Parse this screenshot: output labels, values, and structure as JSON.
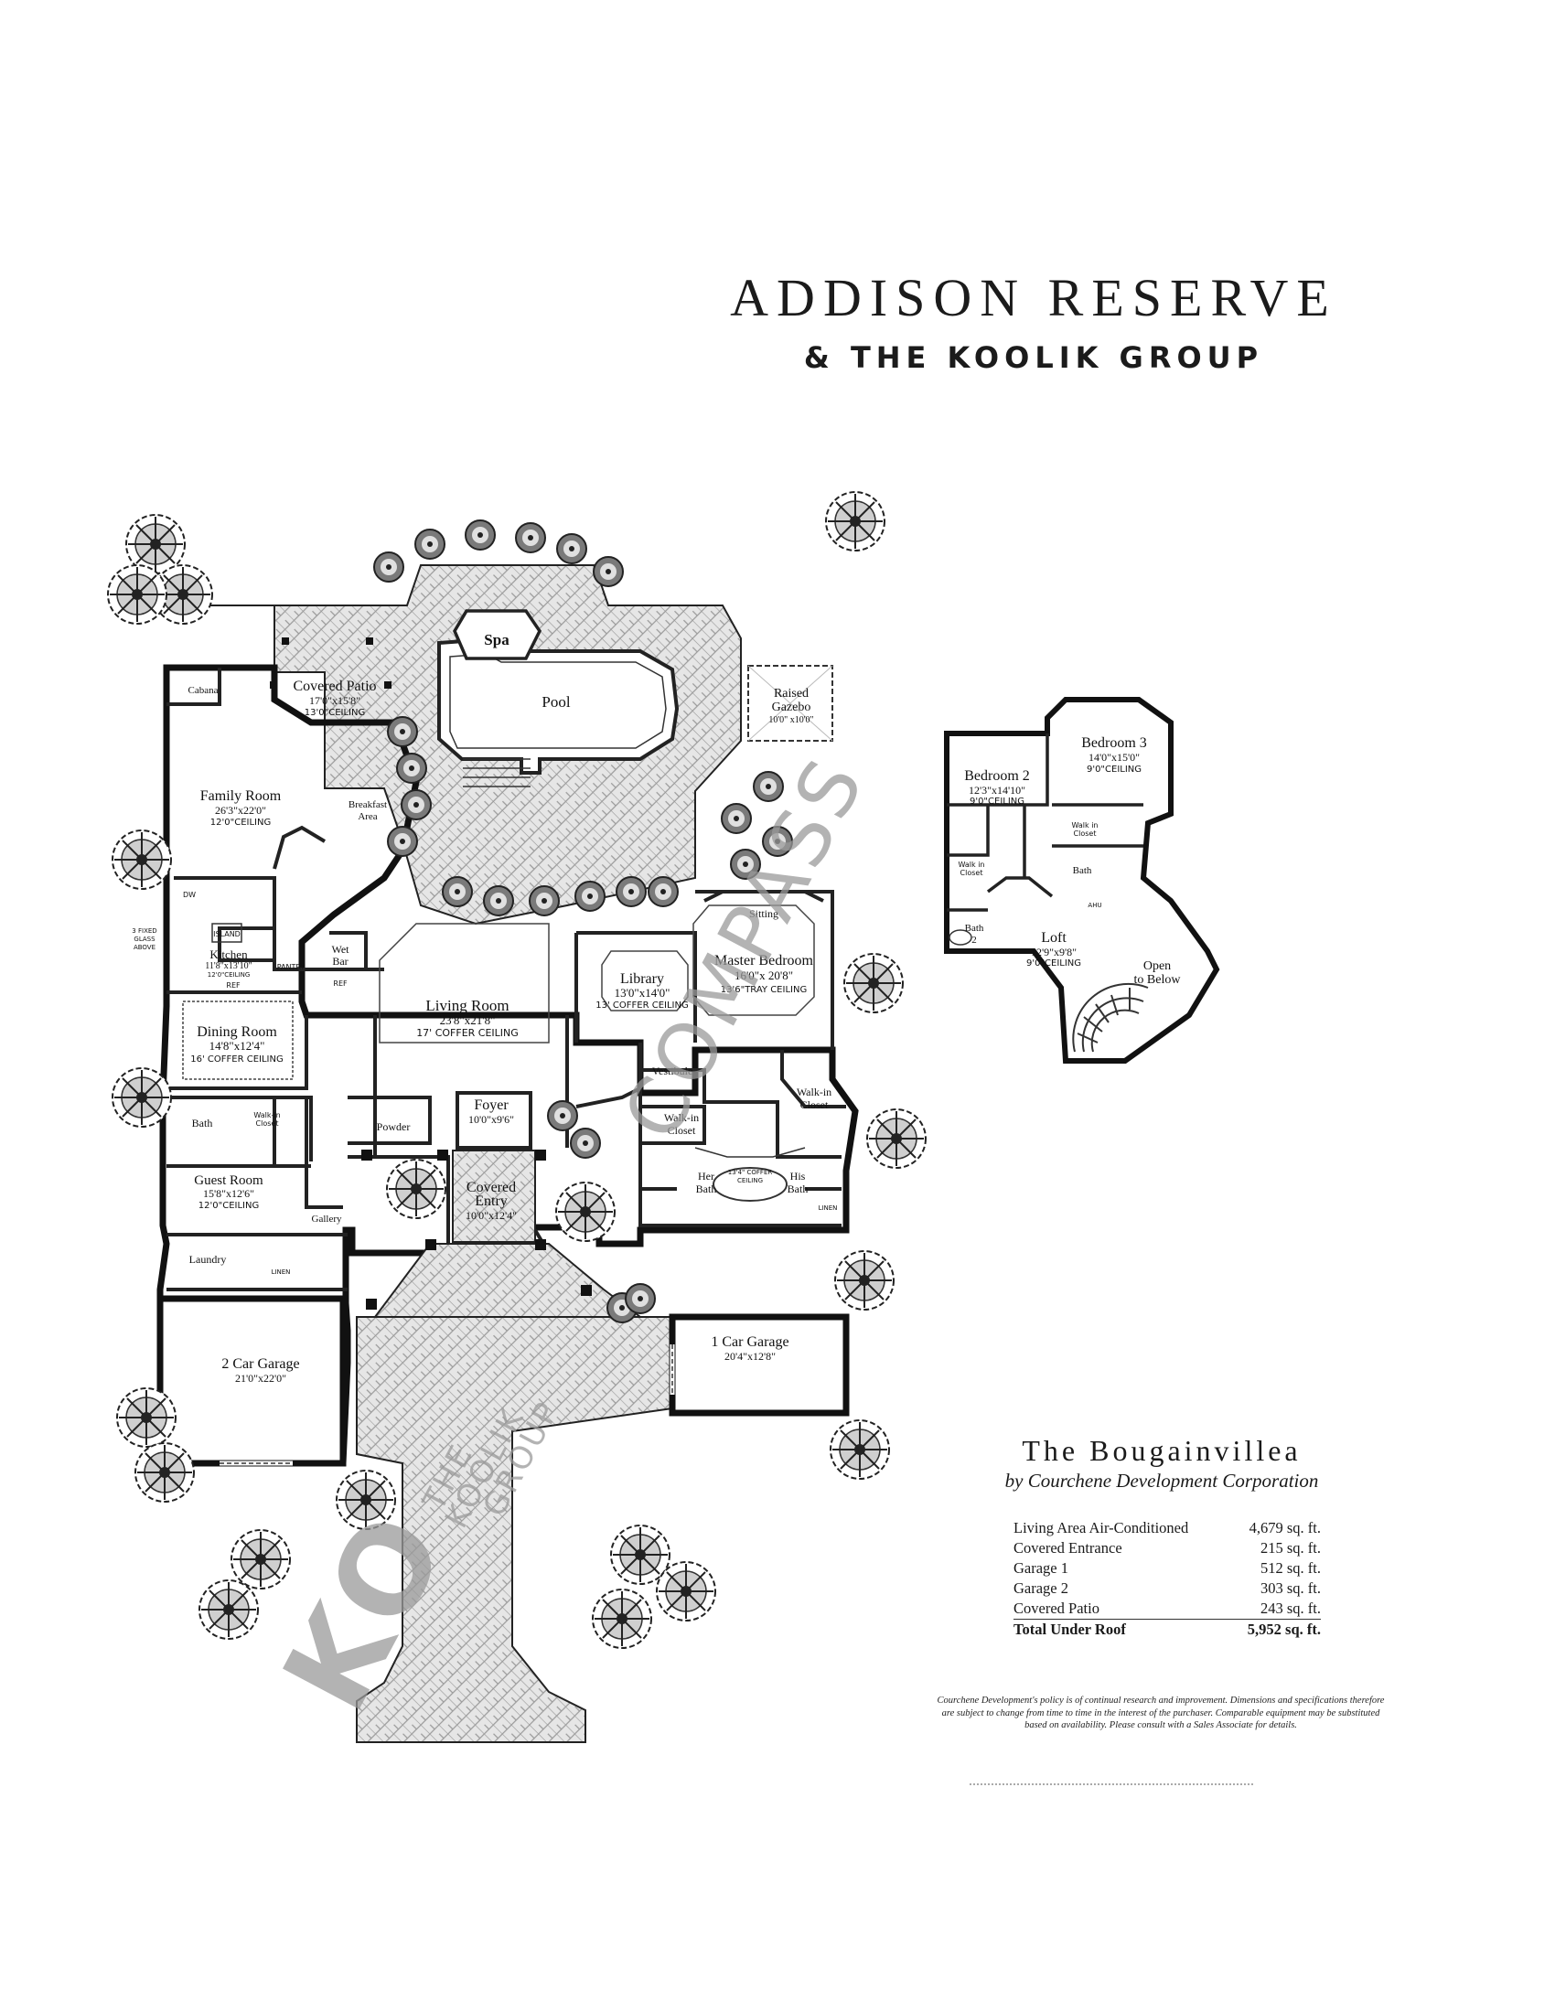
{
  "header": {
    "title": "ADDISON RESERVE",
    "subtitle": "& THE KOOLIK GROUP"
  },
  "rooms": {
    "spa": "Spa",
    "pool": "Pool",
    "cabana": "Cabana",
    "covered_patio": {
      "name": "Covered Patio",
      "dim": "17'0\"x15'8\"",
      "note": "13'0\"CEILING"
    },
    "gazebo": {
      "name1": "Raised",
      "name2": "Gazebo",
      "dim": "10'0\" x10'0\""
    },
    "family_room": {
      "name": "Family Room",
      "dim": "26'3\"x22'0\"",
      "note": "12'0\"CEILING"
    },
    "breakfast": {
      "name1": "Breakfast",
      "name2": "Area"
    },
    "glass_note": [
      "3 FIXED",
      "GLASS",
      "ABOVE"
    ],
    "kitchen": {
      "name": "Kitchen",
      "dim": "11'8\"x13'10\"",
      "note": "12'0\"CEILING",
      "island": "ISLAND",
      "dw": "DW",
      "ref": "REF"
    },
    "pantry": "PANTRY",
    "wet_bar": {
      "name1": "Wet",
      "name2": "Bar",
      "ref": "REF"
    },
    "living_room": {
      "name": "Living Room",
      "dim": "23'8\"x21'8\"",
      "note": "17' COFFER CEILING"
    },
    "library": {
      "name": "Library",
      "dim": "13'0\"x14'0\"",
      "note": "13' COFFER CEILING"
    },
    "master_bedroom": {
      "name": "Master Bedroom",
      "dim": "16'0\"x 20'8\"",
      "note": "13'6\"TRAY CEILING",
      "sitting": "Sitting"
    },
    "dining_room": {
      "name": "Dining Room",
      "dim": "14'8\"x12'4\"",
      "note": "16' COFFER CEILING"
    },
    "vestibule": "Vestibule",
    "walk_in_closet_right": {
      "name1": "Walk-in",
      "name2": "Closet"
    },
    "walk_in_closet_left": {
      "name1": "Walk-in",
      "name2": "Closet"
    },
    "bath_guest": "Bath",
    "walk_in_guest": {
      "name1": "Walk-in",
      "name2": "Closet"
    },
    "powder": "Powder",
    "foyer": {
      "name": "Foyer",
      "dim": "10'0\"x9'6\""
    },
    "guest_room": {
      "name": "Guest Room",
      "dim": "15'8\"x12'6\"",
      "note": "12'0\"CEILING"
    },
    "gallery": "Gallery",
    "covered_entry": {
      "name1": "Covered",
      "name2": "Entry",
      "dim": "10'0\"x12'4\""
    },
    "master_bath": {
      "coffer": "13'4\" COFFER",
      "ceiling": "CEILING",
      "her1": "Her",
      "her2": "Bath",
      "his1": "His",
      "his2": "Bath",
      "linen": "LINEN"
    },
    "laundry": "Laundry",
    "linen": "LINEN",
    "garage_2": {
      "name": "2 Car Garage",
      "dim": "21'0\"x22'0\""
    },
    "garage_1": {
      "name": "1 Car Garage",
      "dim": "20'4\"x12'8\""
    },
    "bedroom_2": {
      "name": "Bedroom 2",
      "dim": "12'3\"x14'10\"",
      "note": "9'0\"CEILING"
    },
    "bedroom_3": {
      "name": "Bedroom 3",
      "dim": "14'0\"x15'0\"",
      "note": "9'0\"CEILING"
    },
    "walk_in_up1": {
      "name1": "Walk in",
      "name2": "Closet"
    },
    "walk_in_up2": {
      "name1": "Walk in",
      "name2": "Closet"
    },
    "bath_up": "Bath",
    "bath_2": {
      "name1": "Bath",
      "name2": "2"
    },
    "ahu": "AHU",
    "loft": {
      "name": "Loft",
      "dim": "12'9\"x9'8\"",
      "note": "9'0\"CEILING"
    },
    "open_below": {
      "name1": "Open",
      "name2": "to Below"
    }
  },
  "watermarks": {
    "compass": "COMPASS",
    "koolik_line1": "THE",
    "koolik_line2": "KOOLIK",
    "koolik_line3": "GROUP",
    "ko": "KO"
  },
  "model": {
    "name": "The Bougainvillea",
    "builder": "by Courchene Development Corporation",
    "areas": [
      {
        "label": "Living Area Air-Conditioned",
        "value": "4,679 sq. ft."
      },
      {
        "label": "Covered Entrance",
        "value": "215 sq. ft."
      },
      {
        "label": "Garage 1",
        "value": "512 sq. ft."
      },
      {
        "label": "Garage 2",
        "value": "303 sq. ft."
      },
      {
        "label": "Covered Patio",
        "value": "243 sq. ft."
      }
    ],
    "total": {
      "label": "Total Under Roof",
      "value": "5,952 sq. ft."
    },
    "disclaimer": "Courchene Development's policy is of continual research and improvement. Dimensions and specifications therefore are subject to change from time to time in the interest of the purchaser. Comparable equipment may be substituted based on availability. Please consult with a Sales Associate for details."
  },
  "colors": {
    "ink": "#1a1a1a",
    "paver": "#e2e2e2",
    "watermark": "#9a9a9a"
  }
}
